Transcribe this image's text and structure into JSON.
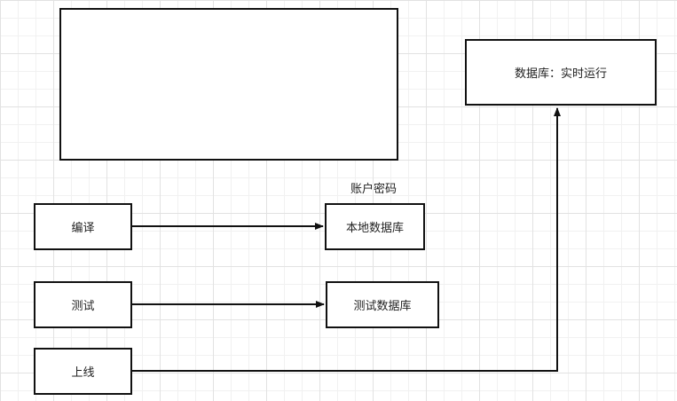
{
  "nodes": {
    "blank": "",
    "db_runtime": "数据库：实时运行",
    "compile": "编译",
    "local_db": "本地数据库",
    "test": "测试",
    "test_db": "测试数据库",
    "deploy": "上线"
  },
  "labels": {
    "credentials": "账户密码"
  },
  "colors": {
    "stroke": "#111111",
    "grid_major": "#e2e2e2",
    "grid_minor": "#f1f1f1"
  }
}
